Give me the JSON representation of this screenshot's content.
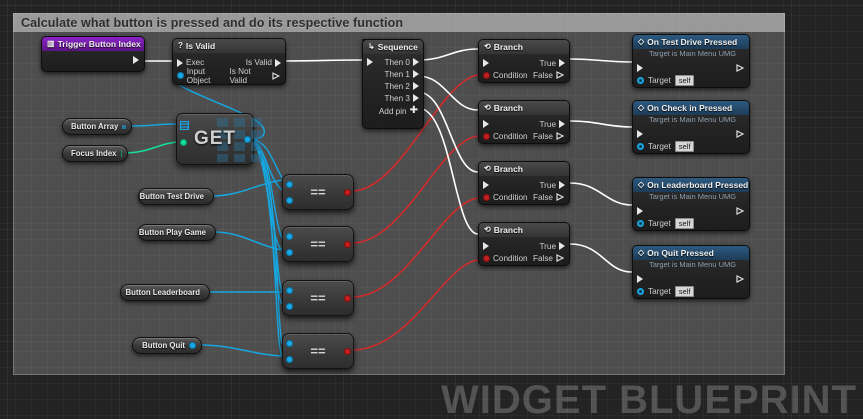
{
  "comment": {
    "title": "Calculate what button is pressed and do its respective function"
  },
  "watermark": "WIDGET BLUEPRINT",
  "nodes": {
    "trigger_event": {
      "title": "Trigger Button Index",
      "icon": "event-icon"
    },
    "is_valid": {
      "title": "Is Valid",
      "icon": "question-icon",
      "in_exec": "Exec",
      "in_object": "Input Object",
      "out_valid": "Is Valid",
      "out_not_valid": "Is Not Valid"
    },
    "sequence": {
      "title": "Sequence",
      "icon": "sequence-icon",
      "then0": "Then 0",
      "then1": "Then 1",
      "then2": "Then 2",
      "then3": "Then 3",
      "addpin": "Add pin"
    },
    "branch": {
      "title": "Branch",
      "icon": "branch-icon",
      "condition": "Condition",
      "true": "True",
      "false": "False"
    },
    "get": {
      "label": "GET"
    },
    "equals": {
      "symbol": "=="
    }
  },
  "variables": [
    {
      "name": "Button Array",
      "pin": "array-pin",
      "color": "#19a8e8"
    },
    {
      "name": "Focus Index",
      "pin": "int-pin",
      "color": "#18e09a"
    },
    {
      "name": "Button Test Drive",
      "pin": "object-pin",
      "color": "#19a8e8"
    },
    {
      "name": "Button Play Game",
      "pin": "object-pin",
      "color": "#19a8e8"
    },
    {
      "name": "Button Leaderboard",
      "pin": "object-pin",
      "color": "#19a8e8"
    },
    {
      "name": "Button Quit",
      "pin": "object-pin",
      "color": "#19a8e8"
    }
  ],
  "branches": [
    {
      "title": "Branch",
      "condition": "Condition",
      "true": "True",
      "false": "False"
    },
    {
      "title": "Branch",
      "condition": "Condition",
      "true": "True",
      "false": "False"
    },
    {
      "title": "Branch",
      "condition": "Condition",
      "true": "True",
      "false": "False"
    },
    {
      "title": "Branch",
      "condition": "Condition",
      "true": "True",
      "false": "False"
    }
  ],
  "events": [
    {
      "title": "On Test Drive Pressed",
      "subtitle": "Target is Main Menu UMG",
      "target_label": "Target",
      "target_value": "self"
    },
    {
      "title": "On Check in Pressed",
      "subtitle": "Target is Main Menu UMG",
      "target_label": "Target",
      "target_value": "self"
    },
    {
      "title": "On Leaderboard Pressed",
      "subtitle": "Target is Main Menu UMG",
      "target_label": "Target",
      "target_value": "self"
    },
    {
      "title": "On Quit Pressed",
      "subtitle": "Target is Main Menu UMG",
      "target_label": "Target",
      "target_value": "self"
    }
  ],
  "colors": {
    "exec_wire": "#ffffff",
    "bool_wire": "#d42a2a",
    "object_wire": "#17a6e0",
    "int_wire": "#18e09a",
    "event_header": "#8a23c8",
    "canvas_bg": "#232323"
  }
}
